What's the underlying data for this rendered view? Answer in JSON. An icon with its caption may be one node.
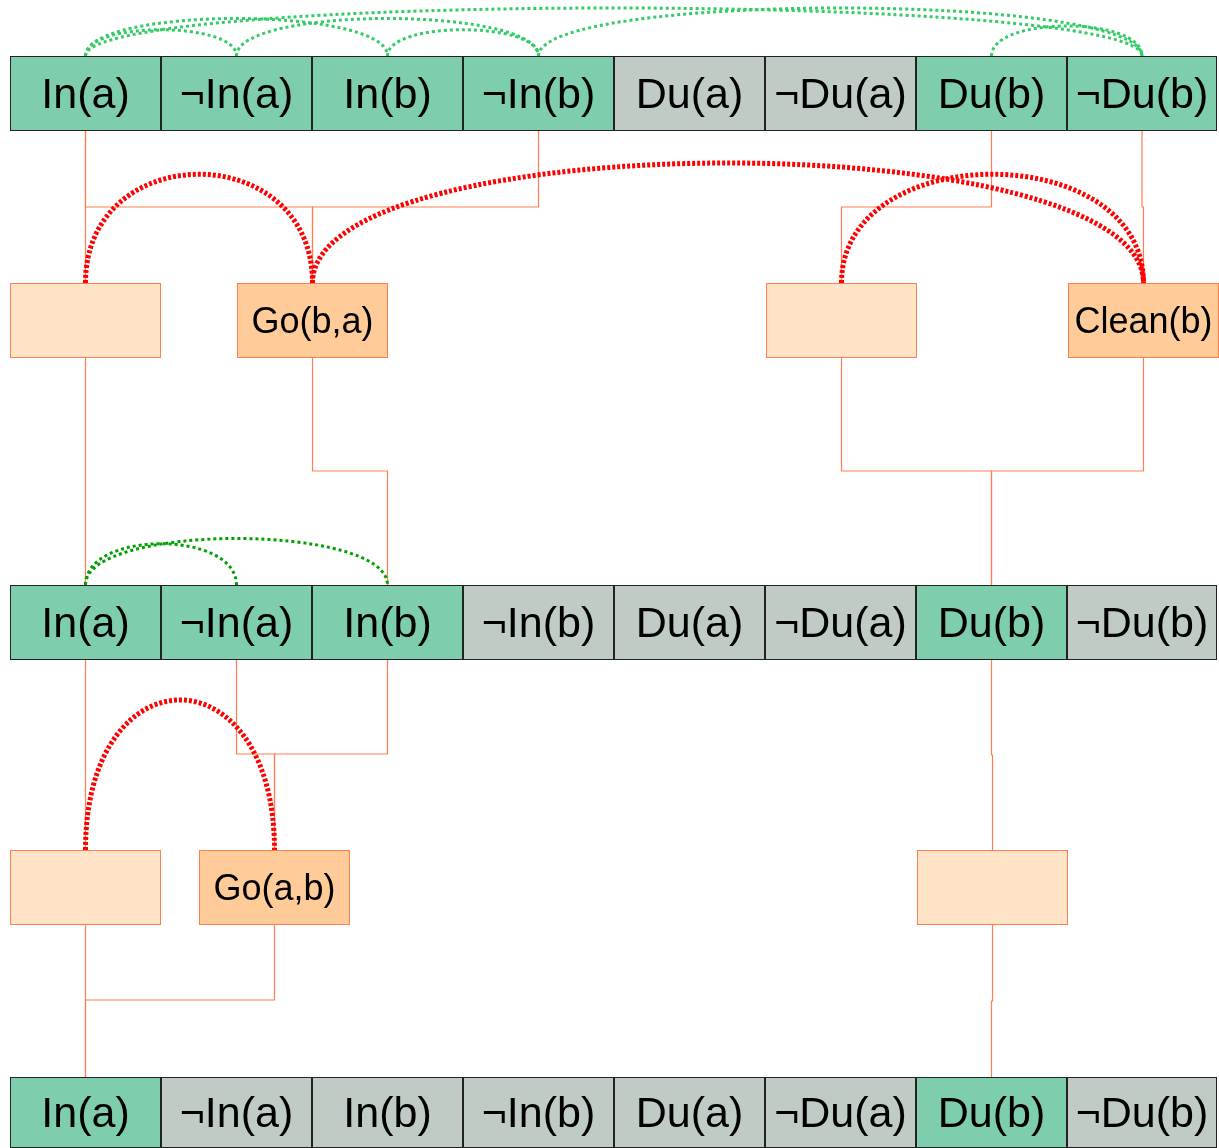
{
  "diagram": {
    "nodes": [
      {
        "text": [
          "In(a)"
        ]
      },
      {
        "text": [
          "¬In(a)"
        ]
      },
      {
        "text": [
          "In(b)"
        ]
      },
      {
        "text": [
          "¬In(b)"
        ]
      },
      {
        "text": [
          "Du(a)"
        ]
      },
      {
        "text": [
          "¬Du(a)"
        ]
      },
      {
        "text": [
          "Du(b)"
        ]
      },
      {
        "text": [
          "¬Du(b)"
        ]
      },
      {
        "text": [],
        "shape": "box"
      },
      {
        "text": [
          "Go(b,a)"
        ]
      },
      {
        "text": [],
        "shape": "box"
      },
      {
        "text": [
          "Clean(b)"
        ]
      },
      {
        "text": [
          "In(a)"
        ]
      },
      {
        "text": [
          "¬In(a)"
        ]
      },
      {
        "text": [
          "In(b)"
        ]
      },
      {
        "text": [
          "¬In(b)"
        ]
      },
      {
        "text": [
          "Du(a)"
        ]
      },
      {
        "text": [
          "¬Du(a)"
        ]
      },
      {
        "text": [
          "Du(b)"
        ]
      },
      {
        "text": [
          "¬Du(b)"
        ]
      },
      {
        "text": [],
        "shape": "box"
      },
      {
        "text": [
          "Go(a,b)"
        ]
      },
      {
        "text": [],
        "shape": "box"
      },
      {
        "text": [
          "In(a)"
        ]
      },
      {
        "text": [
          "¬In(a)"
        ]
      },
      {
        "text": [
          "In(b)"
        ]
      },
      {
        "text": [
          "¬In(b)"
        ]
      },
      {
        "text": [
          "Du(a)"
        ]
      },
      {
        "text": [
          "¬Du(a)"
        ]
      },
      {
        "text": [
          "Du(b)"
        ]
      },
      {
        "text": [
          "¬Du(b)"
        ]
      }
    ],
    "edges": [
      {
        "from": 0,
        "to": 8,
        "arrow": "none"
      },
      {
        "from": 0,
        "to": 9,
        "arrow": "none"
      },
      {
        "from": 3,
        "to": 9,
        "arrow": "none"
      },
      {
        "from": 6,
        "to": 10,
        "arrow": "none"
      },
      {
        "from": 7,
        "to": 11,
        "arrow": "none"
      },
      {
        "from": 8,
        "to": 12,
        "arrow": "none"
      },
      {
        "from": 9,
        "to": 14,
        "arrow": "none"
      },
      {
        "from": 10,
        "to": 18,
        "arrow": "none"
      },
      {
        "from": 11,
        "to": 18,
        "arrow": "none"
      },
      {
        "from": 12,
        "to": 20,
        "arrow": "none"
      },
      {
        "from": 13,
        "to": 21,
        "arrow": "none"
      },
      {
        "from": 14,
        "to": 21,
        "arrow": "none"
      },
      {
        "from": 18,
        "to": 22,
        "arrow": "none"
      },
      {
        "from": 20,
        "to": 23,
        "arrow": "none"
      },
      {
        "from": 21,
        "to": 23,
        "arrow": "none"
      },
      {
        "from": 22,
        "to": 29,
        "arrow": "none"
      },
      {
        "from": 0,
        "to": 1,
        "arrow": "none",
        "style": "dashed",
        "color": "#33cc66"
      },
      {
        "from": 0,
        "to": 2,
        "arrow": "none",
        "style": "dashed",
        "color": "#33cc66"
      },
      {
        "from": 0,
        "to": 7,
        "arrow": "none",
        "style": "dashed",
        "color": "#33cc66"
      },
      {
        "from": 1,
        "to": 3,
        "arrow": "none",
        "style": "dashed",
        "color": "#33cc66"
      },
      {
        "from": 2,
        "to": 3,
        "arrow": "none",
        "style": "dashed",
        "color": "#33cc66"
      },
      {
        "from": 3,
        "to": 7,
        "arrow": "none",
        "style": "dashed",
        "color": "#33cc66"
      },
      {
        "from": 6,
        "to": 7,
        "arrow": "none",
        "style": "dashed",
        "color": "#33cc66"
      },
      {
        "from": 12,
        "to": 13,
        "arrow": "none",
        "style": "dashed",
        "color": "#00a000"
      },
      {
        "from": 12,
        "to": 14,
        "arrow": "none",
        "style": "dashed",
        "color": "#00a000"
      },
      {
        "from": 8,
        "to": 9,
        "arrow": "none",
        "style": "dashed",
        "color": "#ff0000"
      },
      {
        "from": 9,
        "to": 11,
        "arrow": "none",
        "style": "dashed",
        "color": "#ff0000"
      },
      {
        "from": 10,
        "to": 11,
        "arrow": "none",
        "style": "dashed",
        "color": "#ff0000"
      },
      {
        "from": 20,
        "to": 21,
        "arrow": "none",
        "style": "dashed",
        "color": "#ff0000"
      }
    ]
  }
}
